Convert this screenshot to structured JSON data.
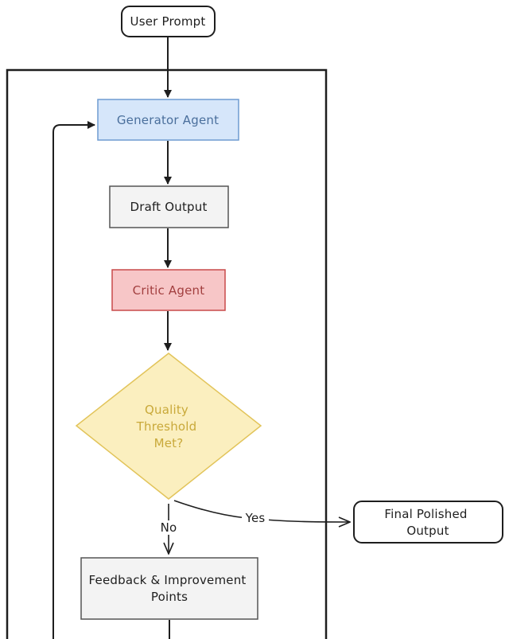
{
  "nodes": {
    "user_prompt": "User Prompt",
    "generator_agent": "Generator Agent",
    "draft_output": "Draft Output",
    "critic_agent": "Critic Agent",
    "decision": [
      "Quality",
      "Threshold",
      "Met?"
    ],
    "final_output": [
      "Final Polished",
      "Output"
    ],
    "feedback": [
      "Feedback & Improvement",
      "Points"
    ]
  },
  "edges": {
    "yes_label": "Yes",
    "no_label": "No"
  },
  "colors": {
    "generator_fill": "#d6e6fa",
    "generator_stroke": "#6f9bd1",
    "generator_text": "#4a6f9c",
    "critic_fill": "#f7c6c7",
    "critic_stroke": "#c94a4a",
    "critic_text": "#a23f3f",
    "decision_fill": "#fbefbf",
    "decision_stroke": "#e2c45a",
    "decision_text": "#c9a93a",
    "neutral_fill": "#f3f3f3",
    "neutral_stroke": "#555555",
    "ink": "#1e1e1e"
  }
}
